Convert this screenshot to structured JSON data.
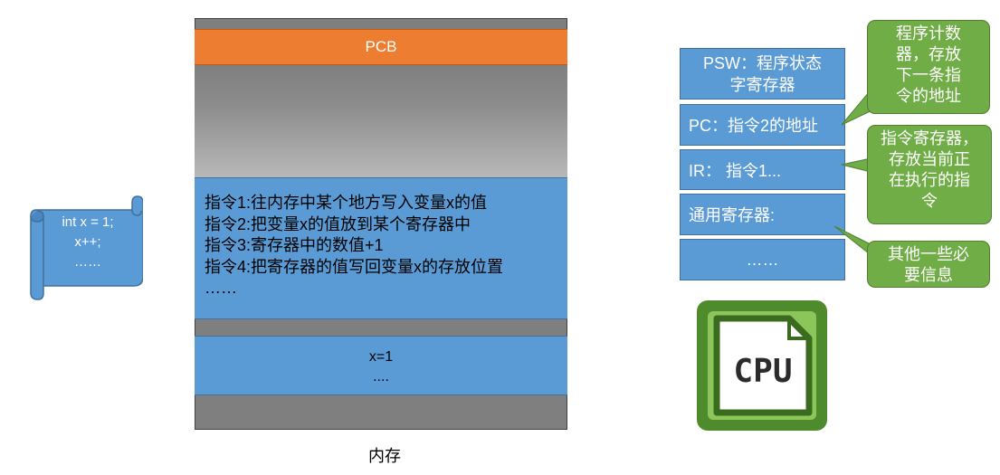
{
  "scroll": {
    "lines": [
      "int x = 1;",
      "x++;",
      "……"
    ]
  },
  "memory": {
    "pcb_label": "PCB",
    "instructions": [
      "指令1:往内存中某个地方写入变量x的值",
      "指令2:把变量x的值放到某个寄存器中",
      "指令3:寄存器中的数值+1",
      "指令4:把寄存器的值写回变量x的存放位置",
      "……"
    ],
    "data_lines": [
      "x=1",
      "...."
    ],
    "label": "内存"
  },
  "registers": [
    {
      "line1": "PSW：程序状态",
      "line2": "字寄存器"
    },
    {
      "text": "PC：指令2的地址"
    },
    {
      "text": "IR： 指令1..."
    },
    {
      "text": "通用寄存器:"
    },
    {
      "text": "……"
    }
  ],
  "callouts": {
    "pc": [
      "程序计数",
      "器，存放",
      "下一条指",
      "令的地址"
    ],
    "ir": [
      "指令寄存器，",
      "存放当前正",
      "在执行的指",
      "令"
    ],
    "general": [
      "其他一些必",
      "要信息"
    ]
  },
  "cpu": {
    "label": "CPU"
  },
  "colors": {
    "orange": "#ed7d31",
    "blue": "#5b9bd5",
    "green": "#70ad47",
    "gray": "#7f7f7f",
    "cpu_green": "#4e8b2d"
  }
}
